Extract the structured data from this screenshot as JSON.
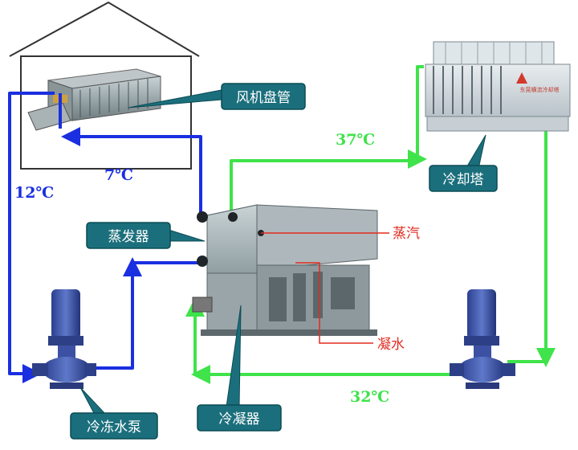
{
  "colors": {
    "chilled_water": "#1a2fe0",
    "cooling_water": "#3fe34a",
    "steam_line": "#e22b1f",
    "callout_fill": "#1b6f7c",
    "callout_stroke": "#0b4b55",
    "house_outline": "#333333"
  },
  "labels": {
    "fan_coil": "风机盘管",
    "cooling_tower": "冷却塔",
    "evaporator": "蒸发器",
    "steam": "蒸汽",
    "condensate": "凝水",
    "chilled_pump": "冷冻水泵",
    "condenser": "冷凝器",
    "tower_sign": "东莞横流冷却塔"
  },
  "temps": {
    "supply_chilled": "7℃",
    "return_chilled": "12℃",
    "cooling_out": "37℃",
    "cooling_in": "32℃"
  }
}
